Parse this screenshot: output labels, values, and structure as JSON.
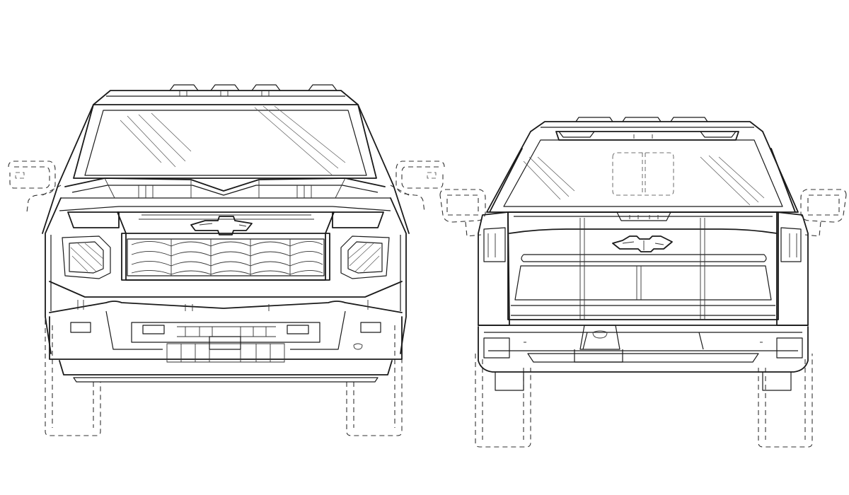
{
  "figure": {
    "views": [
      {
        "id": "front",
        "label": ""
      },
      {
        "id": "rear",
        "label": ""
      }
    ],
    "colors": {
      "line": "#1a1a1a",
      "background": "#ffffff"
    },
    "style": "line-art-patent-drawing"
  }
}
